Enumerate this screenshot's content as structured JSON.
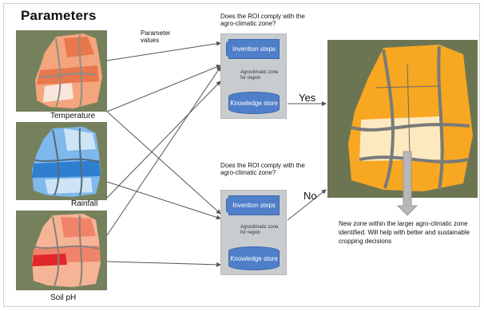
{
  "title": "Parameters",
  "parameter_values_label": "Parameter values",
  "maps": {
    "temperature": {
      "label": "Temperature",
      "colors": [
        "#e8774c",
        "#f4a57e",
        "#f9d9c8",
        "#ffffff"
      ]
    },
    "rainfall": {
      "label": "Rainfall",
      "colors": [
        "#2f7fd1",
        "#7eb8ec",
        "#cde4f7"
      ]
    },
    "soil_ph": {
      "label": "Soil pH",
      "colors": [
        "#e3262a",
        "#f0846a",
        "#f6b497"
      ]
    },
    "result": {
      "colors": [
        "#f7a721",
        "#fce9c0"
      ]
    }
  },
  "panels": [
    {
      "question": "Does the ROI comply with the agro-climatic zone?",
      "steps_label": "Invention steps",
      "zone_label": "Agroclimatic zone for region",
      "store_label": "Knowledge store",
      "answer": "Yes"
    },
    {
      "question": "Does the ROI comply with the agro-climatic zone?",
      "steps_label": "Invention steps",
      "zone_label": "Agroclimatic zone for region",
      "store_label": "Knowledge store",
      "answer": "No"
    }
  ],
  "result_note": "New zone within the larger agro-climatic zone identified. Will help with better and sustainable cropping decisions",
  "colors": {
    "panel_bg": "#c9cccf",
    "box_fill": "#4f7fc9",
    "arrow": "#555555",
    "callout_arrow": "#b7b7b7"
  }
}
